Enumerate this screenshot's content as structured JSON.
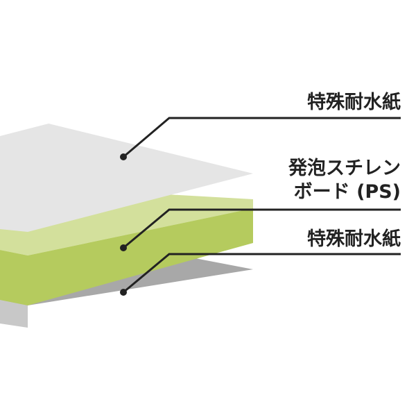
{
  "labels": {
    "top_paper": "特殊耐水紙",
    "core_line1": "発泡スチレン",
    "core_line2": "ボード (PS)",
    "bottom_paper": "特殊耐水紙"
  },
  "colors": {
    "top_sheet": "#e5e5e5",
    "core_top_face": "#d3e09c",
    "core_front_face": "#b5cb5e",
    "bottom_sheet_top": "#a8a8a8",
    "bottom_sheet_front": "#c8c8c8",
    "leader_line": "#222222"
  }
}
